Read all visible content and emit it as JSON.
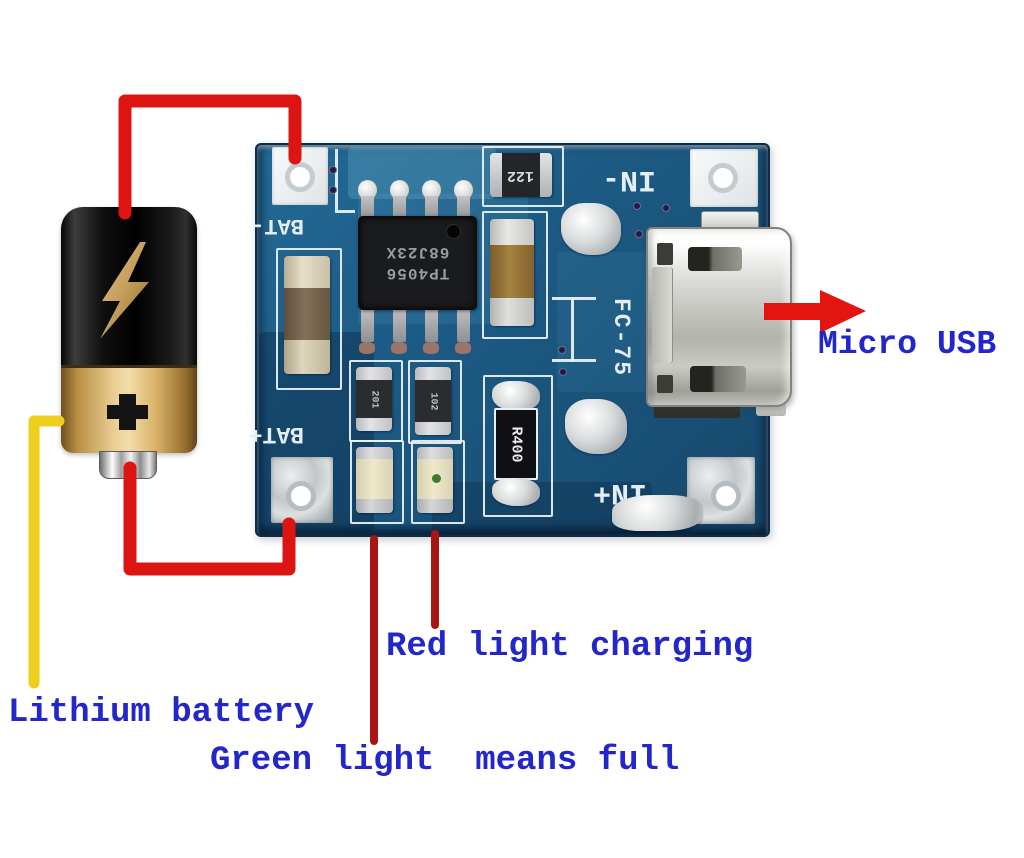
{
  "annotations": {
    "micro_usb": "Micro USB",
    "red_light": "Red light charging",
    "green_light": "Green light  means full",
    "lithium_battery": "Lithium battery"
  },
  "board": {
    "silkscreen": {
      "bat_minus": "BAT-",
      "bat_plus": "BAT+",
      "in_minus": "IN-",
      "in_plus": "IN+",
      "fc_label": "FC-75"
    },
    "components": {
      "chip_line1": "TP4056",
      "chip_line2": "68J23X",
      "resistor_top": "122",
      "resistor_r400": "R400",
      "resistor_small_left": "201",
      "resistor_small_right": "102"
    }
  },
  "colors": {
    "label_blue": "#2326c9",
    "wire_red": "#dd1512",
    "pointer_dark_red": "#a91514",
    "wire_yellow": "#eecf1e",
    "arrow_red": "#e21511",
    "pcb_blue": "#1d5c86",
    "silkscreen_white": "#e4edf3",
    "battery_gold": "#e3bd74"
  }
}
